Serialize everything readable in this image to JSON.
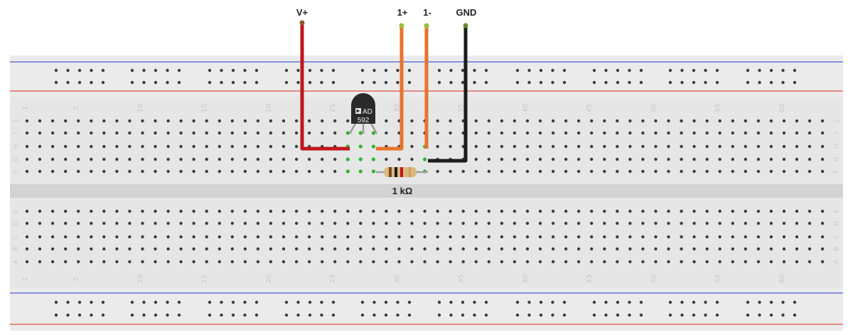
{
  "labels": {
    "vplus": "V+",
    "one_plus": "1+",
    "one_minus": "1-",
    "gnd": "GND",
    "resistor": "1 kΩ"
  },
  "sensor": {
    "brand": "AD",
    "model": "592"
  },
  "column_numbers": [
    "1",
    "5",
    "10",
    "15",
    "20",
    "25",
    "30",
    "35",
    "40",
    "45",
    "50",
    "55",
    "60"
  ],
  "row_letters_top": [
    "J",
    "I",
    "H",
    "G",
    "F"
  ],
  "row_letters_bottom": [
    "E",
    "D",
    "C",
    "B",
    "A"
  ],
  "colors": {
    "wire_vplus": "#c0161c",
    "wire_plus": "#e8732a",
    "wire_minus": "#e8732a",
    "wire_gnd": "#1c1c1c",
    "rail_blue": "#4a5bd6",
    "rail_red": "#e0504a",
    "board": "#e8e8e8",
    "hole": "#3c3c3c",
    "active_hole": "#2fb52f"
  }
}
